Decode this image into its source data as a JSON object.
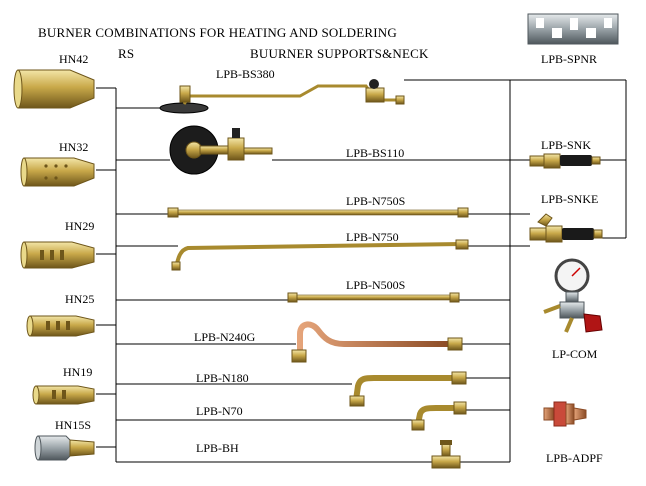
{
  "title": "BURNER COMBINATIONS FOR HEATING AND SOLDERING",
  "column_headers": {
    "burners": "RS",
    "supports": "BUURNER SUPPORTS&NECK"
  },
  "burners": [
    {
      "code": "HN42"
    },
    {
      "code": "HN32"
    },
    {
      "code": "HN29"
    },
    {
      "code": "HN25"
    },
    {
      "code": "HN19"
    },
    {
      "code": "HN15S"
    }
  ],
  "supports": [
    {
      "code": "LPB-BS380"
    },
    {
      "code": "LPB-BS110"
    },
    {
      "code": "LPB-N750S"
    },
    {
      "code": "LPB-N750"
    },
    {
      "code": "LPB-N500S"
    },
    {
      "code": "LPB-N240G"
    },
    {
      "code": "LPB-N180"
    },
    {
      "code": "LPB-N70"
    },
    {
      "code": "LPB-BH"
    }
  ],
  "accessories": [
    {
      "code": "LPB-SPNR"
    },
    {
      "code": "LPB-SNK"
    },
    {
      "code": "LPB-SNKE"
    },
    {
      "code": "LP-COM"
    },
    {
      "code": "LPB-ADPF"
    }
  ],
  "colors": {
    "brass": "#c9a94a",
    "brass_dark": "#8a6d1f",
    "copper": "#b86a3a",
    "steel": "#9aa3a8",
    "hose": "#1a1a1a",
    "line": "#000000"
  }
}
